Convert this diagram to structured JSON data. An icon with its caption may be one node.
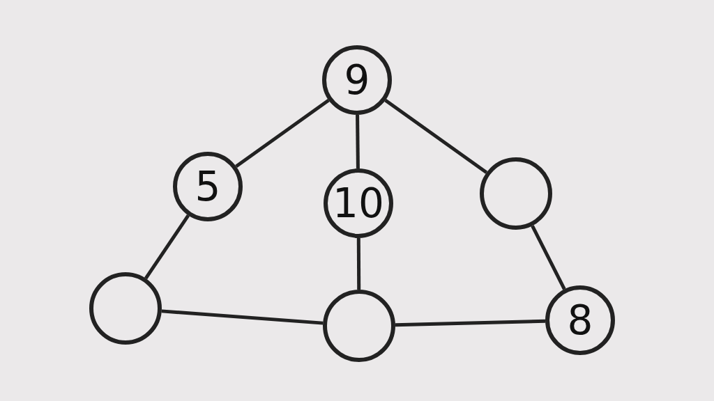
{
  "diagram": {
    "nodes": [
      {
        "text": [
          "9"
        ]
      },
      {
        "text": [
          "5"
        ]
      },
      {
        "text": [
          "10"
        ]
      },
      {
        "text": [],
        "shape": "circle"
      },
      {
        "text": [],
        "shape": "circle"
      },
      {
        "text": [],
        "shape": "circle"
      },
      {
        "text": [
          "8"
        ]
      }
    ],
    "edges": [
      {
        "from": 0,
        "to": 1,
        "arrow": "none"
      },
      {
        "from": 0,
        "to": 2,
        "arrow": "none"
      },
      {
        "from": 0,
        "to": 3,
        "arrow": "none"
      },
      {
        "from": 1,
        "to": 4,
        "arrow": "none"
      },
      {
        "from": 2,
        "to": 5,
        "arrow": "none"
      },
      {
        "from": 3,
        "to": 6,
        "arrow": "none"
      },
      {
        "from": 4,
        "to": 5,
        "arrow": "none"
      },
      {
        "from": 5,
        "to": 6,
        "arrow": "none"
      }
    ]
  }
}
